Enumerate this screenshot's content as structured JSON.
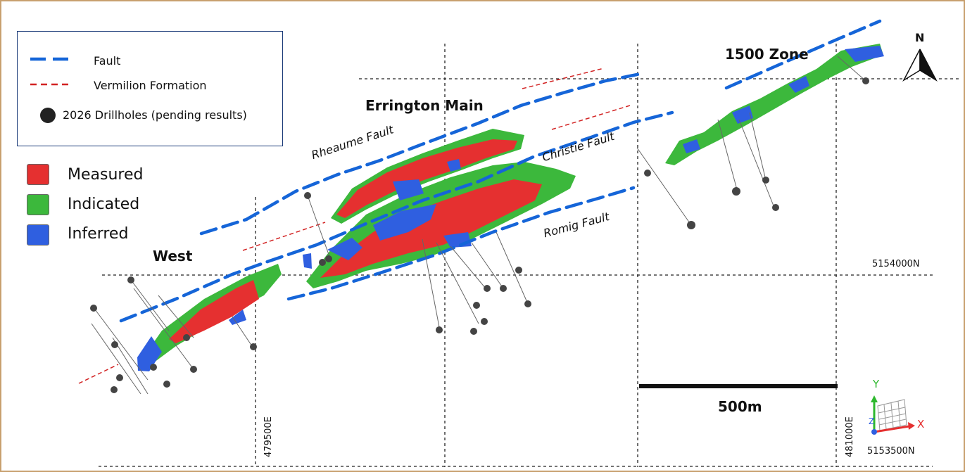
{
  "legend": {
    "fault": "Fault",
    "vermilion": "Vermilion Formation",
    "drillholes": "2026 Drillholes (pending results)"
  },
  "resource_legend": {
    "measured": "Measured",
    "indicated": "Indicated",
    "inferred": "Inferred"
  },
  "zones": {
    "west": "West",
    "errington_main": "Errington Main",
    "zone_1500": "1500 Zone"
  },
  "faults": {
    "rheaume": "Rheaume Fault",
    "christie": "Christie Fault",
    "romig": "Romig Fault"
  },
  "grid": {
    "northing_1": "5154000N",
    "northing_2": "5153500N",
    "easting_1": "479500E",
    "easting_2": "481000E"
  },
  "scale_bar": "500m",
  "north_arrow": "N",
  "axes": {
    "y": "Y",
    "x": "X",
    "z": "Z"
  },
  "colors": {
    "fault": "#1565d8",
    "vermilion": "#d22222",
    "measured": "#e53030",
    "indicated": "#3cb83c",
    "inferred": "#2f5fe0",
    "drillhole": "#444444",
    "frame": "#c8a06e"
  }
}
